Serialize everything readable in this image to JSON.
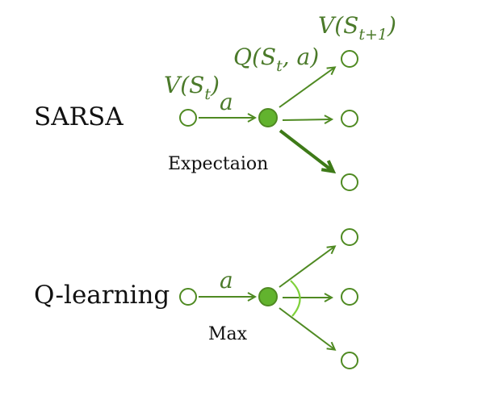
{
  "sarsa": {
    "label": "SARSA",
    "v_st": "V(S",
    "v_st_sub": "t",
    "v_st_close": ")",
    "action": "a",
    "q_sa": "Q(S",
    "q_sa_sub": "t",
    "q_sa_close": ", a)",
    "v_next": "V(S",
    "v_next_sub": "t+1",
    "v_next_close": ")",
    "operator": "Expectaion"
  },
  "qlearning": {
    "label": "Q-learning",
    "action": "a",
    "operator": "Max"
  },
  "colors": {
    "accent": "#4f8a22",
    "node_fill": "#62b32e",
    "max_arc": "#7fd13b",
    "math_text": "#4b7a2a"
  }
}
